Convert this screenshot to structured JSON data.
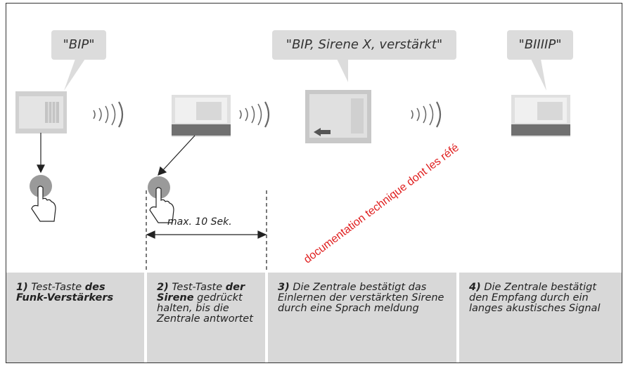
{
  "bubbles": [
    "\"BIP\"",
    "\"BIP, Sirene X, verstärkt\"",
    "\"BIIIIP\""
  ],
  "timer_label": "max. 10 Sek.",
  "steps": [
    {
      "num": "1)",
      "text": "Test-Taste ",
      "bold": "des Funk-Verstärkers",
      "rest": ""
    },
    {
      "num": "2)",
      "text": "Test-Taste ",
      "bold": "der Sirene",
      "rest": " gedrückt halten, bis die Zentrale antwortet"
    },
    {
      "num": "3)",
      "text": "Die Zentrale bestätigt das Einlernen der verstärkten Sirene durch eine Sprach meldung",
      "bold": "",
      "rest": ""
    },
    {
      "num": "4)",
      "text": "Die Zentrale bestätigt den Empfang durch ein langes akustisches Signal",
      "bold": "",
      "rest": ""
    }
  ],
  "watermark": "documentation technique dont les réfé",
  "colors": {
    "panel": "#d8d8d8",
    "button": "#9a9a9a",
    "watermark": "#e02020"
  }
}
